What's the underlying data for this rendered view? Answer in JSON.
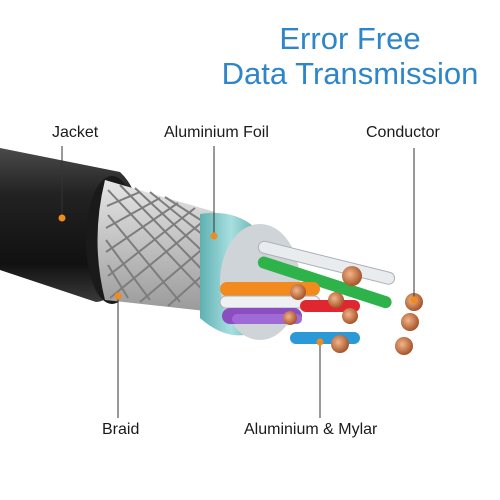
{
  "title": {
    "line1": "Error Free",
    "line2": "Data Transmission"
  },
  "labels": {
    "jacket": "Jacket",
    "aluminium_foil": "Aluminium Foil",
    "conductor": "Conductor",
    "braid": "Braid",
    "aluminium_mylar": "Aluminium & Mylar"
  },
  "colors": {
    "title": "#2e86c8",
    "pointer": "#f08c1e",
    "jacket": "#2a2a2a",
    "foil": "#7fc6c8",
    "braid": "#c9c9c9",
    "copper": "#c97a4a"
  }
}
